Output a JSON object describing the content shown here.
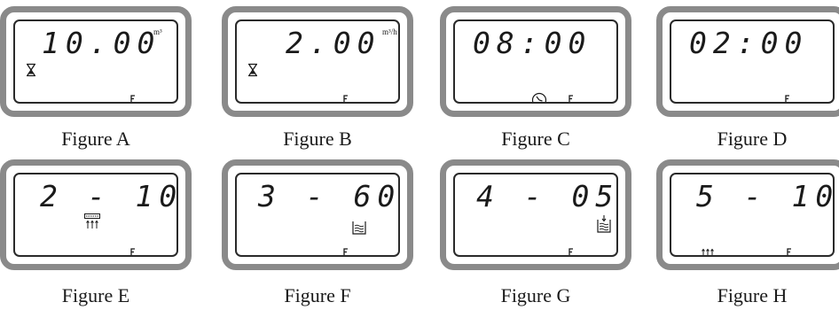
{
  "colors": {
    "frame": "#8a8a8a",
    "ink": "#1a1a1a"
  },
  "figures": [
    {
      "caption": "Figure A",
      "readout": "10.00",
      "unit": "m³",
      "icons": [
        "hourglass-icon",
        "key-icon"
      ]
    },
    {
      "caption": "Figure B",
      "readout": "2.00",
      "unit": "m³/h",
      "icons": [
        "hourglass-icon",
        "key-icon"
      ]
    },
    {
      "caption": "Figure C",
      "readout": "08:00",
      "unit": "",
      "icons": [
        "clock-icon",
        "key-icon"
      ]
    },
    {
      "caption": "Figure D",
      "readout": "02:00",
      "unit": "",
      "icons": [
        "key-icon"
      ]
    },
    {
      "caption": "Figure E",
      "readout": "2 - 10",
      "unit": "",
      "icons": [
        "backwash-icon",
        "key-icon"
      ]
    },
    {
      "caption": "Figure F",
      "readout": "3 - 60",
      "unit": "",
      "icons": [
        "brine-tank-icon",
        "key-icon"
      ]
    },
    {
      "caption": "Figure G",
      "readout": "4 - 05",
      "unit": "",
      "icons": [
        "refill-tank-icon",
        "key-icon"
      ]
    },
    {
      "caption": "Figure H",
      "readout": "5 - 10",
      "unit": "",
      "icons": [
        "rinse-icon",
        "key-icon"
      ]
    }
  ]
}
